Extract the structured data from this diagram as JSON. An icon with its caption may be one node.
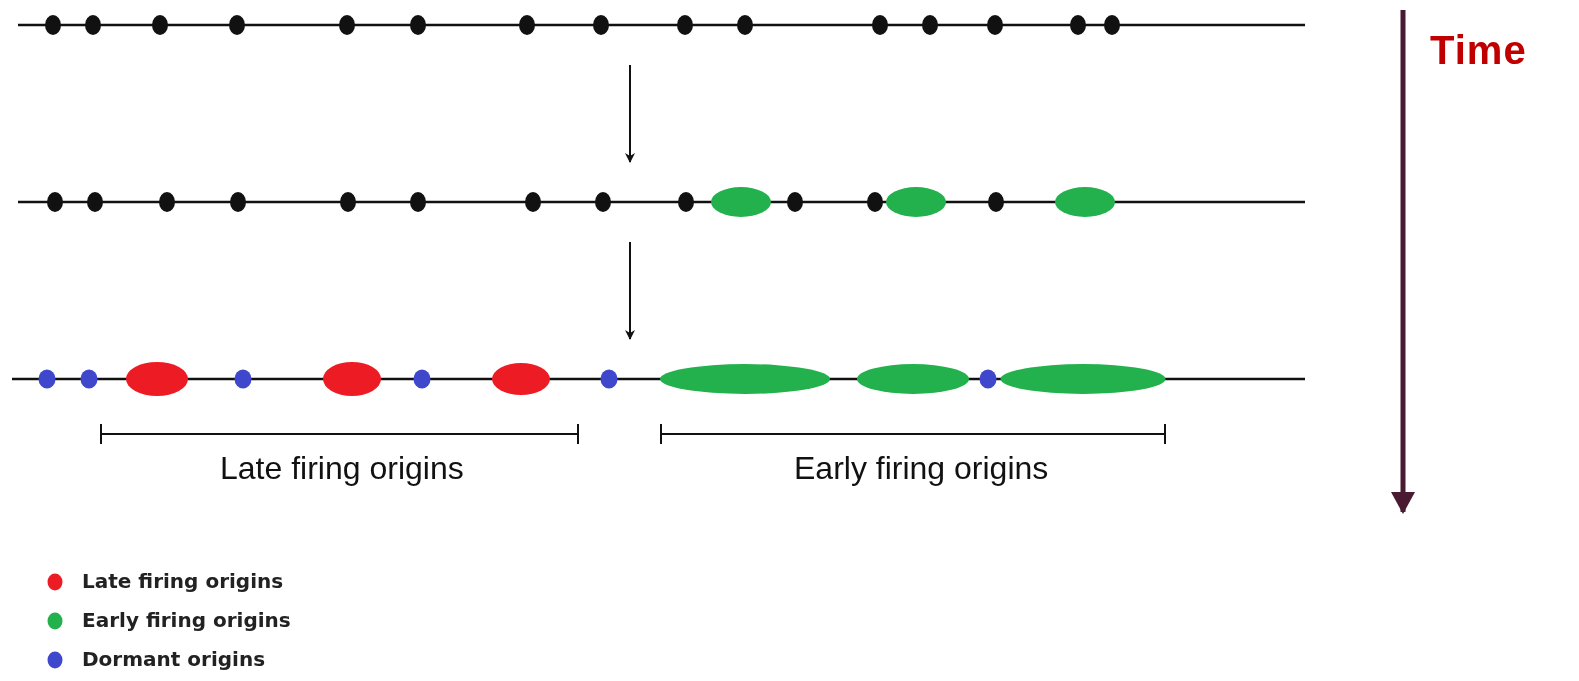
{
  "diagram": {
    "nodes": [
      {
        "text": [],
        "shape": "bar"
      },
      {
        "text": [],
        "shape": "bar"
      },
      {
        "text": [],
        "shape": "bar"
      }
    ],
    "edges": [
      {
        "from": 0,
        "to": 1,
        "arrow": "to"
      },
      {
        "from": 1,
        "to": 2,
        "arrow": "to"
      }
    ],
    "labels": [
      "Time",
      "Late firing origins",
      "Early firing origins"
    ],
    "legend": [
      {
        "text": "Late firing origins",
        "color": "#ed1c24"
      },
      {
        "text": "Early firing origins",
        "color": "#22b14c"
      },
      {
        "text": "Dormant origins",
        "color": "#3f48cc"
      }
    ]
  }
}
